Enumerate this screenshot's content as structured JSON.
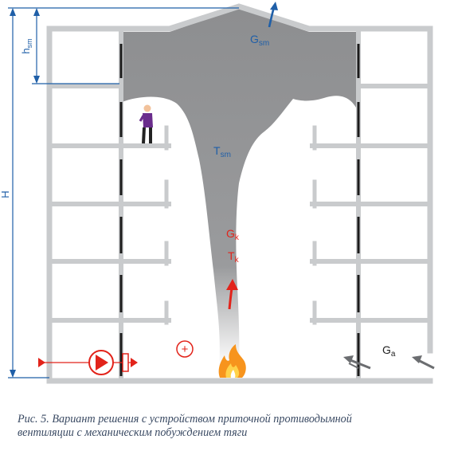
{
  "labels": {
    "g_sm": {
      "base": "G",
      "sub": "sm"
    },
    "t_sm": {
      "base": "T",
      "sub": "sm"
    },
    "g_k": {
      "base": "G",
      "sub": "k"
    },
    "t_k": {
      "base": "T",
      "sub": "k"
    },
    "g_a": {
      "base": "G",
      "sub": "a"
    },
    "h_sm": {
      "base": "h",
      "sub": "sm"
    },
    "H": "H",
    "plus": "+"
  },
  "caption": {
    "line1": "Рис. 5. Вариант решения с устройством приточной противодымной",
    "line2": "вентиляции с механическим побуждением тяги"
  },
  "colors": {
    "wall": "#c9cbcd",
    "smoke": "#8d8e90",
    "label_blue": "#1f5fa8",
    "label_red": "#e2231a",
    "dimension": "#1f5fa8",
    "caption": "#3a4a63",
    "air_arrow": "#6b6d70"
  },
  "icons": [
    "fan-icon",
    "fire-icon",
    "person-icon",
    "pressure-plus-icon",
    "air-inflow-arrow-icon",
    "smoke-exhaust-arrow-icon"
  ]
}
